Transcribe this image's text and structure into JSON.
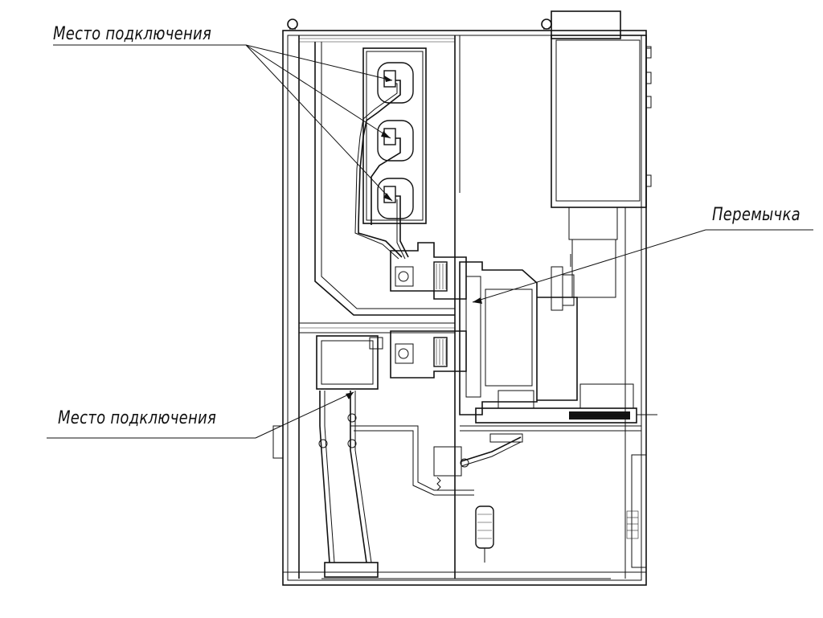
{
  "labels": {
    "connection_top": "Место подключения",
    "connection_bottom": "Место подключения",
    "jumper": "Перемычка"
  }
}
